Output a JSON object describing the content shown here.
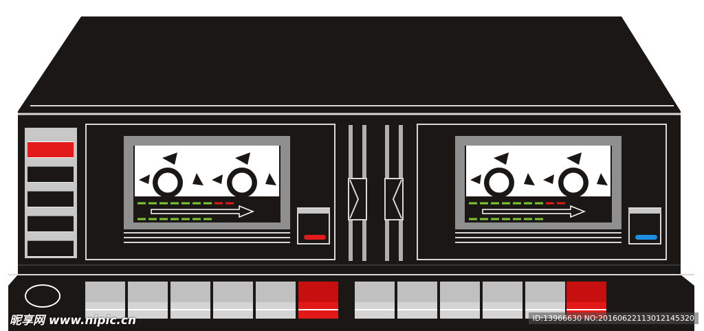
{
  "device": {
    "name": "",
    "body_color": "#1a1715",
    "panel_color": "#c8c8c8",
    "accent_red": "#e21a1a",
    "accent_blue": "#1e8fe0",
    "meter_green": "#7cc832",
    "meter_red": "#e21a1a"
  },
  "left_panel": {
    "buttons": [
      {
        "icon": "red-button",
        "active": true
      },
      {
        "icon": "black-button",
        "active": false
      },
      {
        "icon": "black-button",
        "active": false
      },
      {
        "icon": "black-button",
        "active": false
      },
      {
        "icon": "black-button",
        "active": false
      }
    ]
  },
  "decks": [
    {
      "id": "deck-a",
      "indicator_color": "#e21a1a"
    },
    {
      "id": "deck-b",
      "indicator_color": "#1e8fe0"
    }
  ],
  "transport": {
    "deck_a_keys": [
      "key",
      "key",
      "key",
      "key",
      "key",
      "record-key"
    ],
    "deck_b_keys": [
      "key",
      "key",
      "key",
      "key",
      "key",
      "record-key"
    ]
  },
  "watermark": {
    "left": "昵享网 www.nipic.cn",
    "right": "ID:13966630 NO:20160622113012145320"
  }
}
